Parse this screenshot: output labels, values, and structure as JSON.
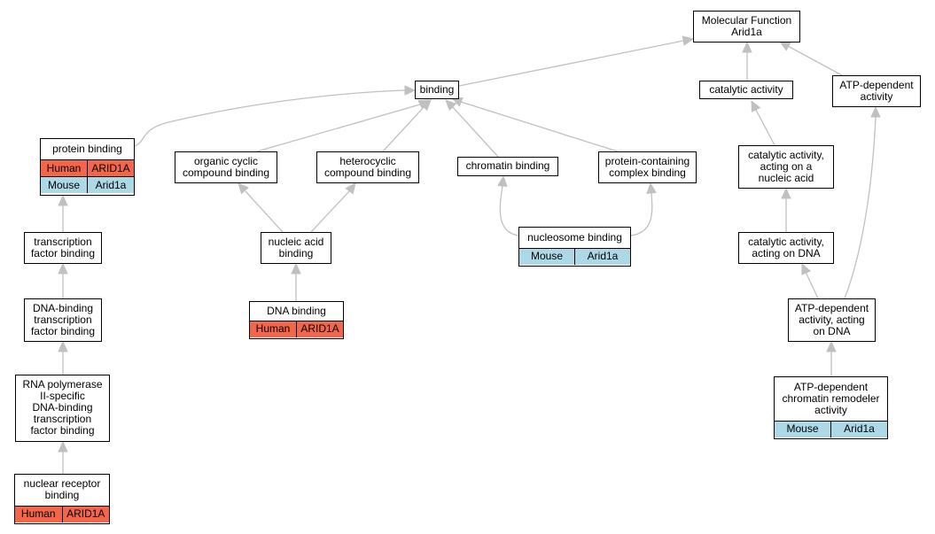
{
  "colors": {
    "human": "#f4664a",
    "mouse": "#add8e6",
    "edge": "#c0c0c0"
  },
  "nodes": [
    {
      "id": "mf",
      "label": "Molecular Function\nArid1a"
    },
    {
      "id": "binding",
      "label": "binding"
    },
    {
      "id": "catalytic",
      "label": "catalytic activity"
    },
    {
      "id": "atpdep",
      "label": "ATP-dependent\nactivity"
    },
    {
      "id": "protein_binding",
      "label": "protein binding",
      "rows": [
        [
          "Human",
          "ARID1A"
        ],
        [
          "Mouse",
          "Arid1a"
        ]
      ]
    },
    {
      "id": "organic_cyclic",
      "label": "organic cyclic\ncompound binding"
    },
    {
      "id": "heterocyclic",
      "label": "heterocyclic\ncompound binding"
    },
    {
      "id": "chromatin",
      "label": "chromatin binding"
    },
    {
      "id": "protein_complex",
      "label": "protein-containing\ncomplex binding"
    },
    {
      "id": "cat_nucleic",
      "label": "catalytic activity,\nacting on a\nnucleic acid"
    },
    {
      "id": "tf_binding",
      "label": "transcription\nfactor binding"
    },
    {
      "id": "nucleic_binding",
      "label": "nucleic acid\nbinding"
    },
    {
      "id": "nucleosome",
      "label": "nucleosome binding",
      "rows": [
        [
          "Mouse",
          "Arid1a"
        ]
      ]
    },
    {
      "id": "cat_dna",
      "label": "catalytic activity,\nacting on DNA"
    },
    {
      "id": "dna_tf",
      "label": "DNA-binding\ntranscription\nfactor binding"
    },
    {
      "id": "dna_binding",
      "label": "DNA binding",
      "rows": [
        [
          "Human",
          "ARID1A"
        ]
      ]
    },
    {
      "id": "atp_dna",
      "label": "ATP-dependent\nactivity, acting\non DNA"
    },
    {
      "id": "rnapol",
      "label": "RNA polymerase\nII-specific\nDNA-binding\ntranscription\nfactor binding"
    },
    {
      "id": "atp_remodeler",
      "label": "ATP-dependent\nchromatin remodeler\nactivity",
      "rows": [
        [
          "Mouse",
          "Arid1a"
        ]
      ]
    },
    {
      "id": "nuclear_receptor",
      "label": "nuclear receptor\nbinding",
      "rows": [
        [
          "Human",
          "ARID1A"
        ]
      ]
    }
  ],
  "edges": [
    [
      "binding",
      "mf"
    ],
    [
      "catalytic",
      "mf"
    ],
    [
      "atpdep",
      "mf"
    ],
    [
      "protein_binding",
      "binding"
    ],
    [
      "organic_cyclic",
      "binding"
    ],
    [
      "heterocyclic",
      "binding"
    ],
    [
      "chromatin",
      "binding"
    ],
    [
      "protein_complex",
      "binding"
    ],
    [
      "cat_nucleic",
      "catalytic"
    ],
    [
      "tf_binding",
      "protein_binding"
    ],
    [
      "nucleic_binding",
      "organic_cyclic"
    ],
    [
      "nucleic_binding",
      "heterocyclic"
    ],
    [
      "nucleosome",
      "chromatin"
    ],
    [
      "nucleosome",
      "protein_complex"
    ],
    [
      "cat_dna",
      "cat_nucleic"
    ],
    [
      "dna_tf",
      "tf_binding"
    ],
    [
      "dna_binding",
      "nucleic_binding"
    ],
    [
      "atp_dna",
      "cat_dna"
    ],
    [
      "atp_dna",
      "atpdep"
    ],
    [
      "rnapol",
      "dna_tf"
    ],
    [
      "atp_remodeler",
      "atp_dna"
    ],
    [
      "nuclear_receptor",
      "rnapol"
    ]
  ]
}
